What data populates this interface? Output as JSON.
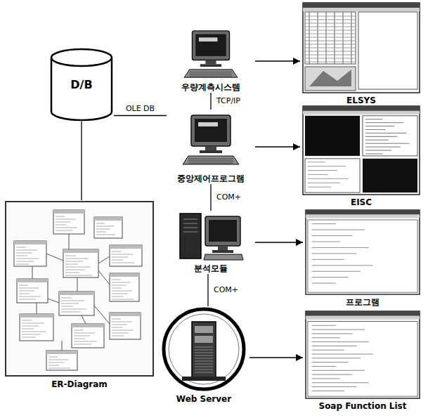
{
  "diagram": {
    "nodes": [
      {
        "text": [
          "우량계측시스템"
        ]
      },
      {
        "text": [
          "ELSYS"
        ]
      },
      {
        "text": [
          "D/B"
        ]
      },
      {
        "text": [
          "중앙제어프로그램"
        ]
      },
      {
        "text": [
          "EISC"
        ]
      },
      {
        "text": [
          "분석모듈"
        ]
      },
      {
        "text": [
          "프로그램"
        ]
      },
      {
        "text": [
          "ER-Diagram"
        ]
      },
      {
        "text": [
          "Web Server"
        ]
      },
      {
        "text": [
          "Soap Function List"
        ]
      }
    ],
    "edges": [
      {
        "from": 0,
        "to": 3,
        "label": "TCP/IP",
        "arrow": "none"
      },
      {
        "from": 2,
        "to": 3,
        "label": "OLE DB",
        "arrow": "none"
      },
      {
        "from": 3,
        "to": 5,
        "label": "COM+",
        "arrow": "none"
      },
      {
        "from": 5,
        "to": 8,
        "label": "COM+",
        "arrow": "none"
      },
      {
        "from": 2,
        "to": 7,
        "arrow": "none"
      },
      {
        "from": 0,
        "to": 1,
        "arrow": "to"
      },
      {
        "from": 3,
        "to": 4,
        "arrow": "to"
      },
      {
        "from": 5,
        "to": 6,
        "arrow": "to"
      },
      {
        "from": 8,
        "to": 9,
        "arrow": "to"
      }
    ]
  }
}
